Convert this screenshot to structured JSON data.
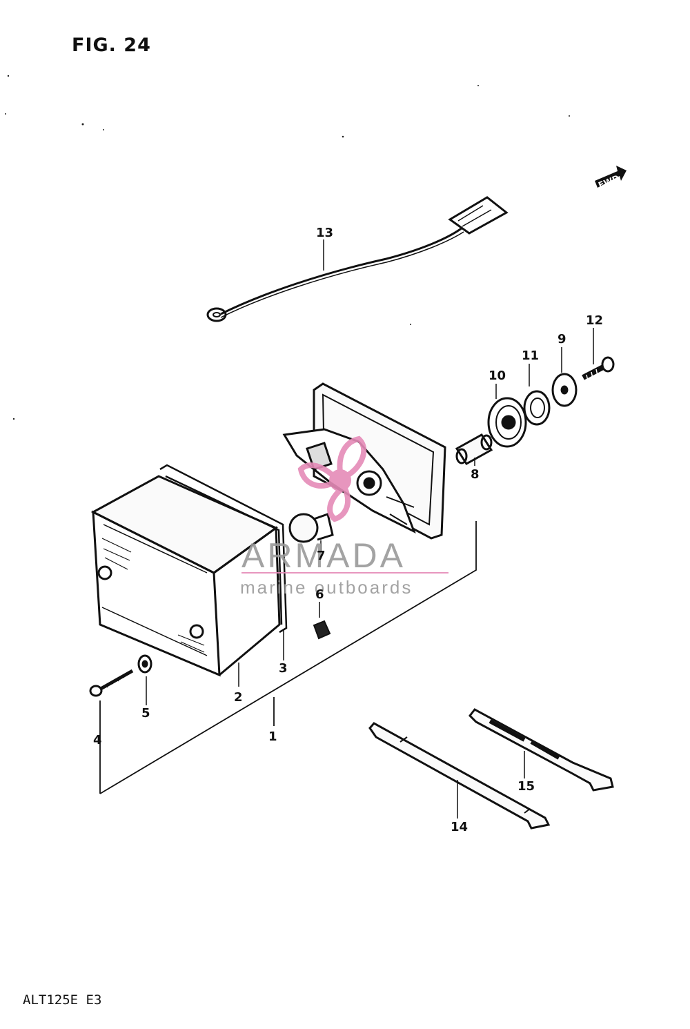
{
  "figure": {
    "title": "FIG. 24",
    "model_code": "ALT125E  E3",
    "direction_label": "FWD"
  },
  "callouts": {
    "c1": "1",
    "c2": "2",
    "c3": "3",
    "c4": "4",
    "c5": "5",
    "c6": "6",
    "c7": "7",
    "c8": "8",
    "c9": "9",
    "c10": "10",
    "c11": "11",
    "c12": "12",
    "c13": "13",
    "c14": "14",
    "c15": "15"
  },
  "watermark": {
    "brand": "ARMADA",
    "tagline": "marine outboards",
    "logo_color": "#e58bb8"
  }
}
